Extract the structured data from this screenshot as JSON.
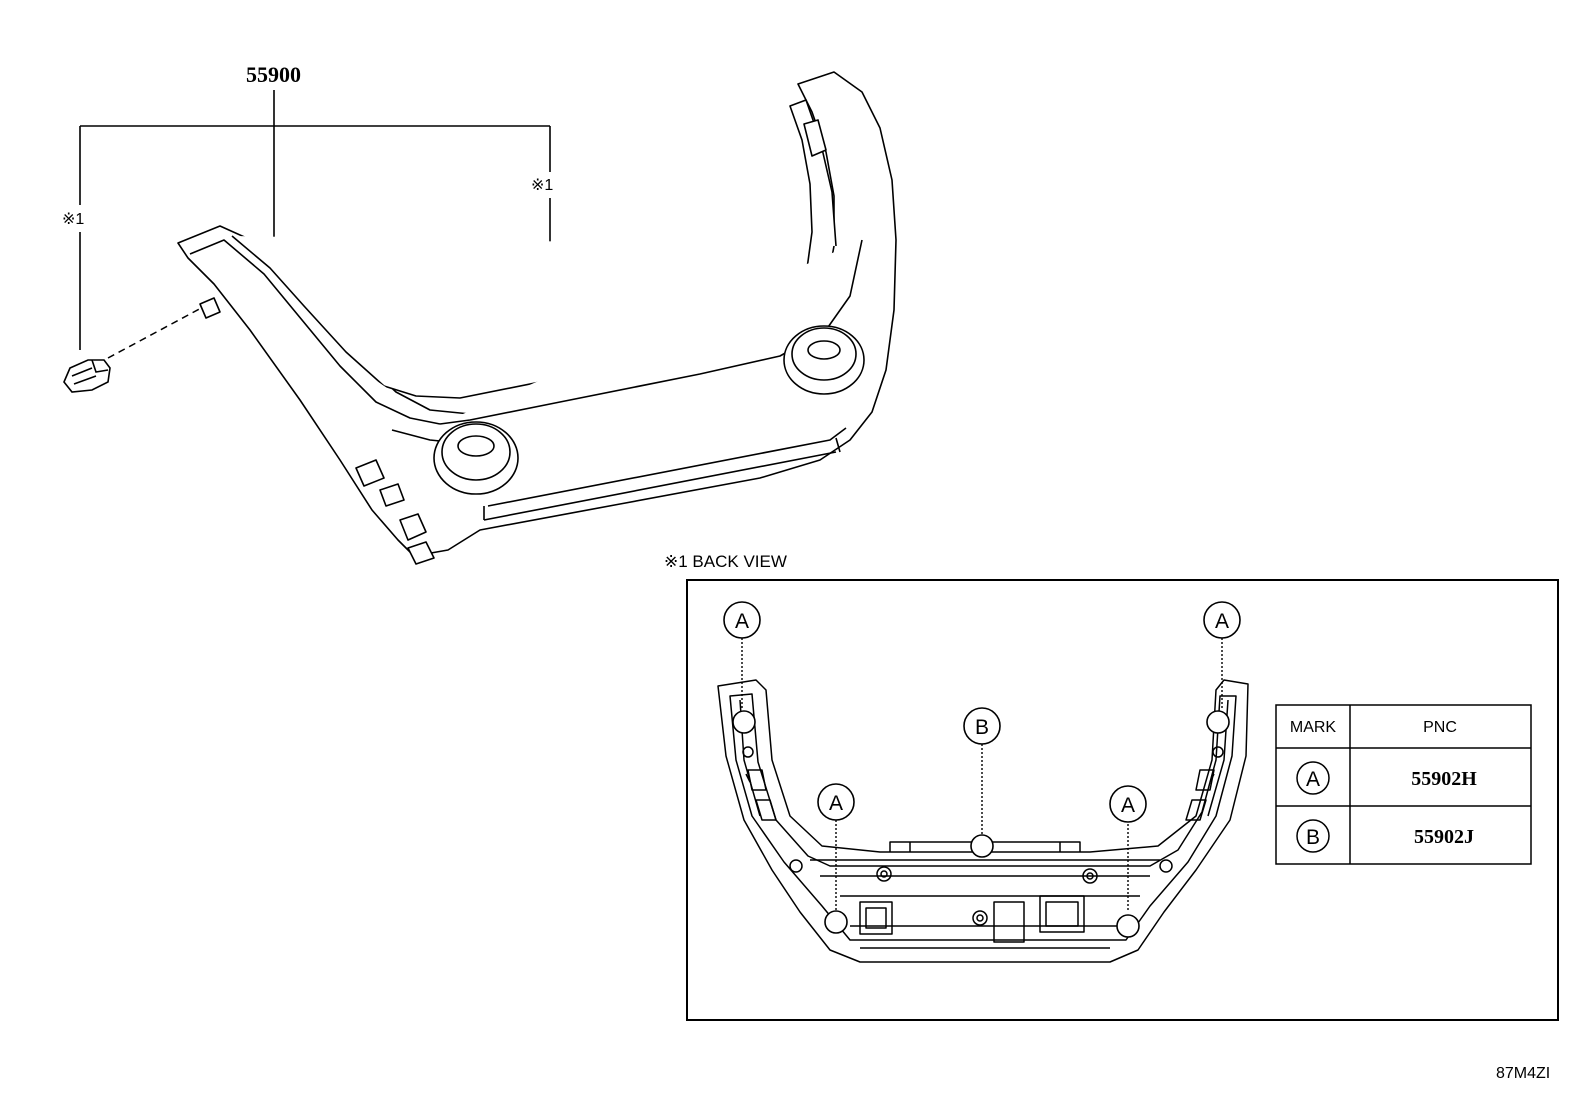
{
  "diagram": {
    "part_number": "55900",
    "ref_mark": "※1",
    "back_view_title": "※1 BACK VIEW",
    "drawing_code": "87M4ZI",
    "callouts": {
      "a": "A",
      "b": "B"
    },
    "legend": {
      "header_mark": "MARK",
      "header_pnc": "PNC",
      "rows": [
        {
          "mark": "A",
          "pnc": "55902H"
        },
        {
          "mark": "B",
          "pnc": "55902J"
        }
      ]
    }
  }
}
